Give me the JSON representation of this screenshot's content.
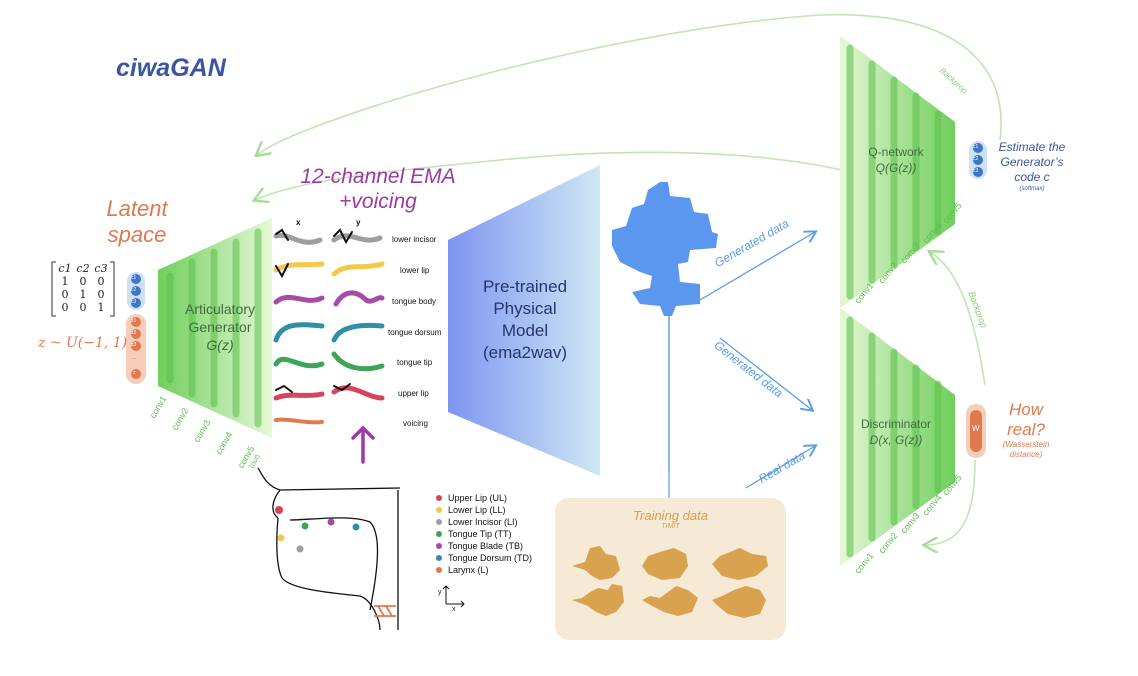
{
  "title": "ciwaGAN",
  "latent": {
    "heading_line1": "Latent",
    "heading_line2": "space",
    "matrix_header": [
      "c1",
      "c2",
      "c3"
    ],
    "matrix_rows": [
      [
        "1",
        "0",
        "0"
      ],
      [
        "0",
        "1",
        "0"
      ],
      [
        "0",
        "0",
        "1"
      ]
    ],
    "code_labels": [
      "c1",
      "c2",
      "c3"
    ],
    "z_formula": "z ~ U(−1, 1)",
    "z_labels": [
      "z1",
      "z2",
      "z3",
      "...",
      "z"
    ]
  },
  "generator": {
    "label_line1": "Articulatory",
    "label_line2": "Generator",
    "label_line3": "G(z)",
    "layers": [
      "conv1",
      "conv2",
      "conv3",
      "conv4",
      "conv5"
    ],
    "layer5_note": "(out)"
  },
  "ema": {
    "heading_line1": "12-channel EMA",
    "heading_line2": "+voicing",
    "col_x": "x",
    "col_y": "y",
    "channels": [
      {
        "name": "lower incisor",
        "color": "#9e9e9e"
      },
      {
        "name": "lower lip",
        "color": "#f2c94c"
      },
      {
        "name": "tongue body",
        "color": "#a64ca6"
      },
      {
        "name": "tongue dorsum",
        "color": "#2f8fa8"
      },
      {
        "name": "tongue tip",
        "color": "#3fa45a"
      },
      {
        "name": "upper lip",
        "color": "#d9435a"
      },
      {
        "name": "voicing",
        "color": "#e07a4f"
      }
    ]
  },
  "articulators_legend": [
    {
      "name": "Upper Lip (UL)",
      "color": "#d9435a"
    },
    {
      "name": "Lower Lip (LL)",
      "color": "#f2c94c"
    },
    {
      "name": "Lower Incisor (LI)",
      "color": "#9e9e9e"
    },
    {
      "name": "Tongue Tip (TT)",
      "color": "#3fa45a"
    },
    {
      "name": "Tongue Blade (TB)",
      "color": "#a64ca6"
    },
    {
      "name": "Tongue Dorsum (TD)",
      "color": "#2f8fa8"
    },
    {
      "name": "Larynx (L)",
      "color": "#e07a4f"
    }
  ],
  "axes_hint": {
    "y": "y",
    "x": "x"
  },
  "physical_model": {
    "line1": "Pre-trained",
    "line2": "Physical",
    "line3": "Model",
    "line4": "(ema2wav)"
  },
  "flows": {
    "generated_top": "Generated data",
    "generated_mid": "Generated data",
    "real": "Real data",
    "backprop_top": "Backprop",
    "backprop_mid": "Backprop"
  },
  "training": {
    "title": "Training data",
    "subtitle": "TIMIT"
  },
  "qnetwork": {
    "label_line1": "Q-network",
    "label_line2": "Q(G(z))",
    "layers": [
      "conv1",
      "conv2",
      "conv3",
      "conv4",
      "conv5"
    ],
    "estimate_line1": "Estimate the",
    "estimate_line2": "Generator’s",
    "estimate_line3": "code c",
    "estimate_note": "(softmax)",
    "code_labels": [
      "c1",
      "c2",
      "c3"
    ]
  },
  "discriminator": {
    "label_line1": "Discriminator",
    "label_line2": "D(x, G(z))",
    "layers": [
      "conv1",
      "conv2",
      "conv3",
      "conv4",
      "conv5"
    ],
    "output_line1": "How",
    "output_line2": "real?",
    "output_note_line1": "(Wasserstein",
    "output_note_line2": "distance)",
    "w_label": "W"
  },
  "colors": {
    "title_blue": "#3b55a3",
    "latent_orange": "#e0794e",
    "ema_purple": "#9b3aa6",
    "green": "#7ccf6a",
    "green_light": "#dff5cc",
    "arrow_blue": "#5a9be8",
    "wave_blue": "#5b97ee",
    "training_bg": "#f6ead6",
    "training_text": "#d4a050",
    "code_blue": "#3a78c6",
    "est_blue": "#3b55a3"
  }
}
